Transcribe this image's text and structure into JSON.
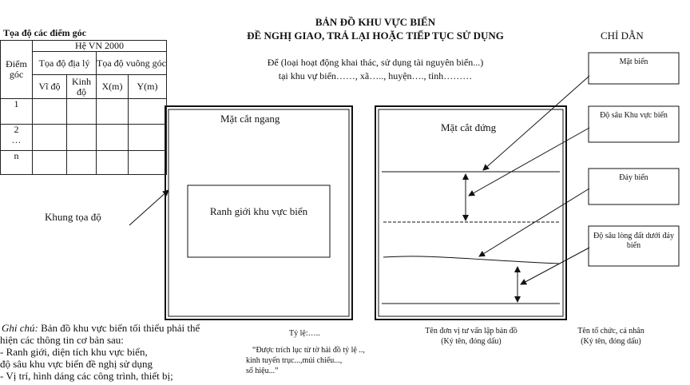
{
  "title": {
    "line1": "BẢN ĐỒ KHU VỰC BIỂN",
    "line2": "ĐỀ NGHỊ GIAO, TRẢ LẠI HOẶC TIẾP TỤC SỬ DỤNG"
  },
  "subtitle": {
    "line1": "Để (loại hoạt động khai thác, sử dụng tài nguyên biển...)",
    "line2": "tại khu vự biển……, xã….., huyện…., tỉnh………"
  },
  "table": {
    "title": "Tọa độ các điểm góc",
    "col_point": "Điểm góc",
    "system": "Hệ VN 2000",
    "geo": "Tọa độ địa lý",
    "rect": "Tọa độ vuông góc",
    "lat": "Vĩ độ",
    "lon": "Kinh độ",
    "x": "X(m)",
    "y": "Y(m)",
    "rows": [
      "1",
      "2\n…",
      "n"
    ]
  },
  "left_panel": {
    "title": "Mặt cắt ngang",
    "inner": "Ranh giới khu vực biển",
    "frame_label": "Khung tọa độ"
  },
  "right_panel": {
    "title": "Mặt cắt đứng"
  },
  "legend": {
    "title": "CHỈ DẪN",
    "items": [
      "Mặt biển",
      "Độ sâu Khu vực biển",
      "Đáy biển",
      "Độ sâu lòng đất dưới đáy biển"
    ]
  },
  "note": {
    "label": "Ghi chú:",
    "line1": " Bản đồ khu vực biển tối thiểu phải thể",
    "line2": "hiện các thông tin cơ bản sau:",
    "line3": "-  Ranh giới, diện tích khu vực biển,",
    "line4": "độ sâu khu vực biển đề nghị sử dụng",
    "line5": "- Vị trí, hình dáng các công trình, thiết bị;"
  },
  "scale": {
    "label": "Tỷ lệ:…..",
    "quote1": "“Được trích lục từ tờ hải đồ tỷ lệ ..,",
    "quote2": "kinh tuyến trục...,múi chiếu...,",
    "quote3": "số hiệu...”"
  },
  "signatures": [
    {
      "name": "Tên đơn vị tư vấn lập bản đồ",
      "sign": "(Ký tên, đóng dấu)"
    },
    {
      "name": "Tên tổ chức, cá nhân",
      "sign": "(Ký tên, đóng dấu)"
    }
  ]
}
